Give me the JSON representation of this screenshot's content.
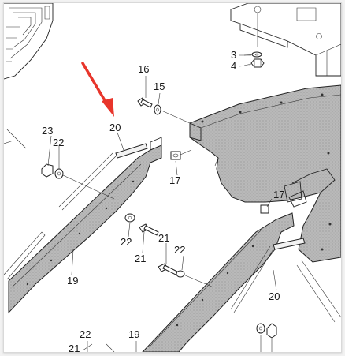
{
  "diagram": {
    "callouts": {
      "c3": "3",
      "c4": "4",
      "c15": "15",
      "c16": "16",
      "c17a": "17",
      "c17b": "17",
      "c19a": "19",
      "c19b": "19",
      "c20a": "20",
      "c20b": "20",
      "c21a": "21",
      "c21b": "21",
      "c21c": "21",
      "c22a": "22",
      "c22b": "22",
      "c22c": "22",
      "c22d": "22",
      "c23": "23"
    },
    "highlight_arrow_color": "#e8352b",
    "panel_fill": "#b3b3b3",
    "line_color": "#222222"
  }
}
